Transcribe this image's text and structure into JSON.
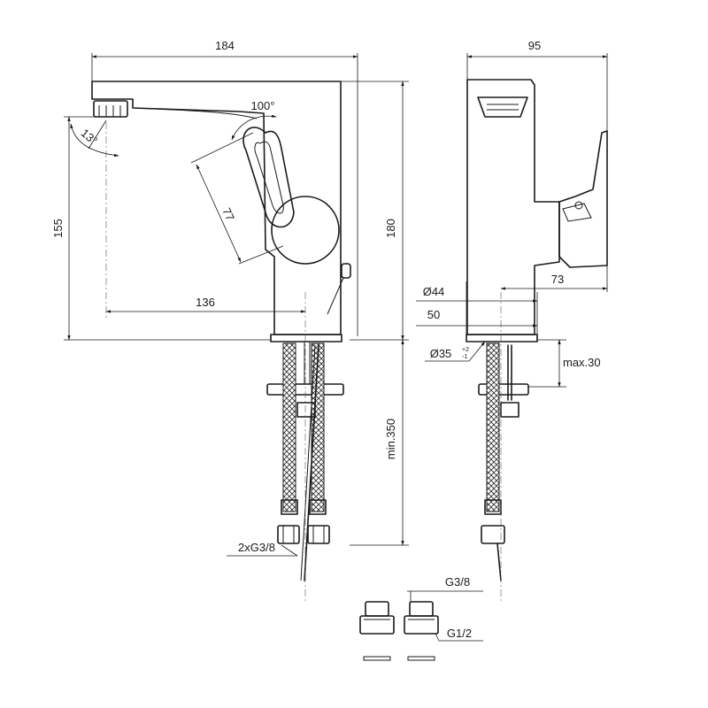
{
  "dimensions": {
    "width_total": "184",
    "spout_height": "155",
    "total_height": "180",
    "spout_reach": "136",
    "lever_length": "77",
    "lever_angle": "100°",
    "aerator_angle": "13°",
    "side_depth": "95",
    "lever_depth": "73",
    "base_diameter": "Ø44",
    "base_width": "50",
    "hole_diameter": "Ø35",
    "hole_tol_plus": "+2",
    "hole_tol_minus": "-1",
    "max_deck": "max.30",
    "min_hose": "min.350",
    "hose_thread": "2xG3/8",
    "adapter_in": "G3/8",
    "adapter_out": "G1/2"
  },
  "colors": {
    "line": "#1a1a1a",
    "background": "#ffffff"
  }
}
